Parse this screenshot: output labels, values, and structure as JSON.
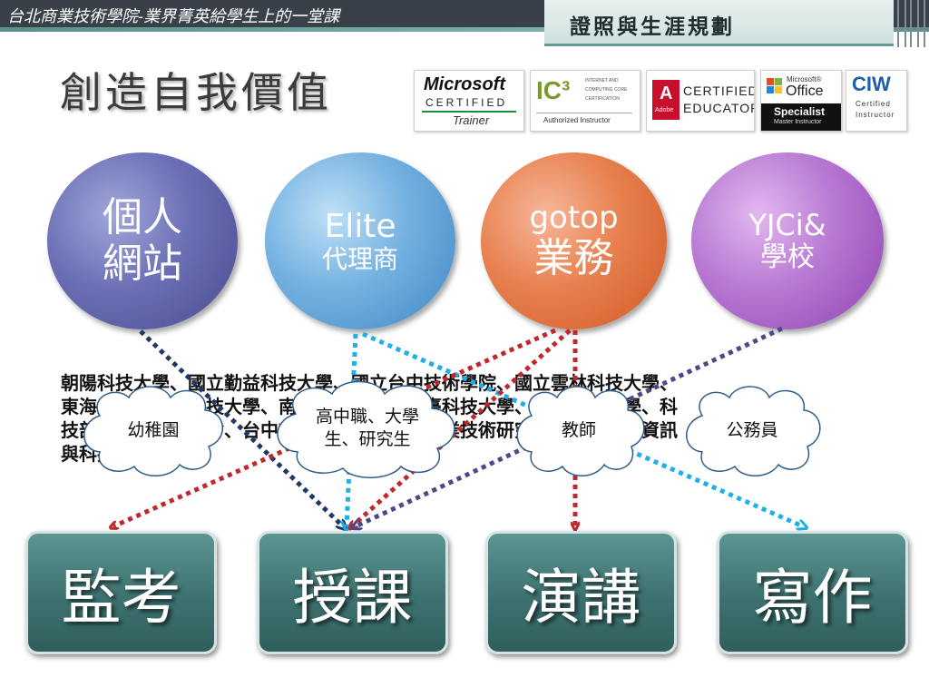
{
  "header": {
    "left_title": "台北商業技術學院-業界菁英給學生上的一堂課",
    "right_title": "證照與生涯規劃"
  },
  "page_title": "創造自我價值",
  "logos": {
    "microsoft_trainer": {
      "line1": "Microsoft",
      "line2": "CERTIFIED",
      "line3": "Trainer"
    },
    "ic3": {
      "mark": "IC³",
      "lines": [
        "INTERNET AND",
        "COMPUTING CORE",
        "CERTIFICATION"
      ],
      "footer": "Authorized Instructor"
    },
    "adobe": {
      "mark": "A",
      "sub": "Adobe",
      "line1": "CERTIFIED",
      "line2": "EDUCATOR"
    },
    "office": {
      "brand": "Microsoft®",
      "product": "Office",
      "line1": "Specialist",
      "line2": "Master Instructor"
    },
    "ciw": {
      "mark": "CIW",
      "line1": "Certified",
      "line2": "Instructor"
    }
  },
  "circles": [
    {
      "line1": "個人",
      "line2": "網站",
      "color": "#5a5aa0"
    },
    {
      "line1": "Elite",
      "line2": "代理商",
      "color": "#5b9bd5"
    },
    {
      "line1": "gotop",
      "line2": "業務",
      "color": "#e2703a"
    },
    {
      "line1": "YJCi&",
      "line2": "學校",
      "color": "#a45bc1"
    }
  ],
  "body_text": {
    "line1": "朝陽科技大學、國立勤益科技大學、國立台中技術學院、國立雲林科技大學、",
    "line2": "東海大學、立德科技大學、南開科技大學、中臺科技大學、僑光科技大學、科",
    "line3": "技部、行政院勞委會、台中市政府、資策會、工業技術研究院、財團法人資訊",
    "line4": "與科技教育基金會"
  },
  "clouds": {
    "kindergarten": "幼稚園",
    "students": "高中職、大學生、研究生",
    "teachers": "教師",
    "civil_servants": "公務員"
  },
  "boxes": {
    "proctor": "監考",
    "teaching": "授課",
    "lecture": "演講",
    "writing": "寫作"
  },
  "colors": {
    "header_bar": "#39404a",
    "accent_teal": "#6a9996",
    "box_teal": "#3d716f",
    "arrow_red": "#c0282d",
    "arrow_navy": "#1f3864",
    "arrow_cyan": "#1fb0e6",
    "arrow_slate": "#4a4a8a"
  }
}
